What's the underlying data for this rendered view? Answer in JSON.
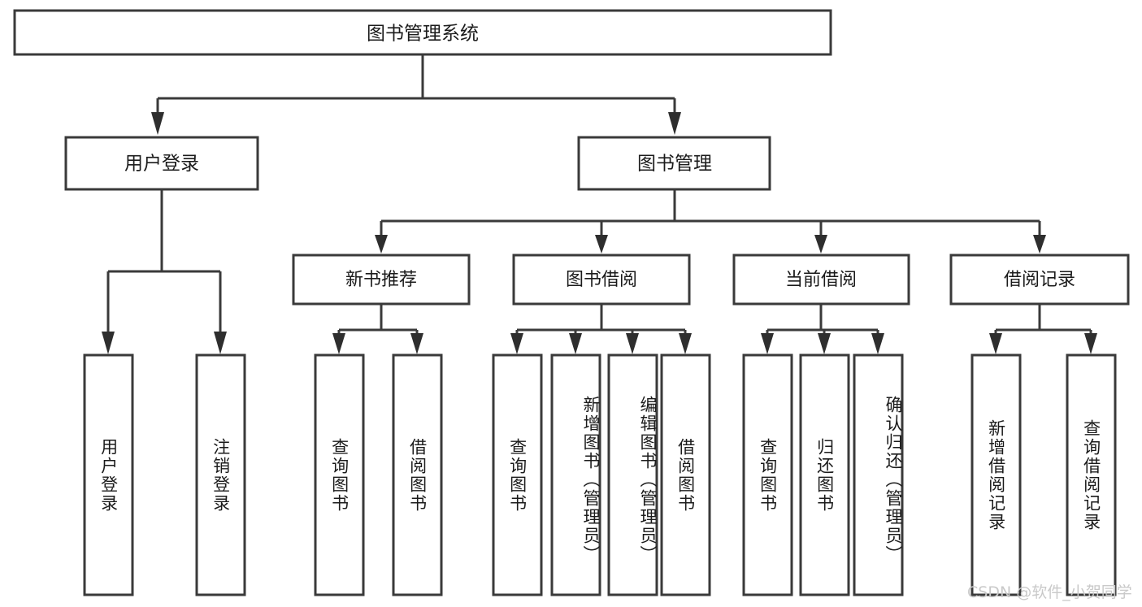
{
  "diagram": {
    "title": "图书管理系统",
    "type": "hierarchy-tree",
    "colors": {
      "box_stroke": "#3a3a3a",
      "box_fill": "#ffffff",
      "text": "#1b1b1b",
      "connector": "#3a3a3a",
      "watermark": "#c9c9c9",
      "background": "#ffffff"
    },
    "root": {
      "label": "图书管理系统"
    },
    "level2": [
      {
        "label": "用户登录"
      },
      {
        "label": "图书管理"
      }
    ],
    "level3": [
      {
        "label": "新书推荐"
      },
      {
        "label": "图书借阅"
      },
      {
        "label": "当前借阅"
      },
      {
        "label": "借阅记录"
      }
    ],
    "leaves": {
      "user_login": [
        {
          "label": "用户登录"
        },
        {
          "label": "注销登录"
        }
      ],
      "new_book_recommend": [
        {
          "label": "查询图书"
        },
        {
          "label": "借阅图书"
        }
      ],
      "book_borrow": [
        {
          "label": "查询图书"
        },
        {
          "label": "新增图书（管理员）"
        },
        {
          "label": "编辑图书（管理员）"
        },
        {
          "label": "借阅图书"
        }
      ],
      "current_borrow": [
        {
          "label": "查询图书"
        },
        {
          "label": "归还图书"
        },
        {
          "label": "确认归还（管理员）"
        }
      ],
      "borrow_record": [
        {
          "label": "新增借阅记录"
        },
        {
          "label": "查询借阅记录"
        }
      ]
    }
  },
  "watermark": {
    "text": "CSDN @软件_小贺同学"
  }
}
